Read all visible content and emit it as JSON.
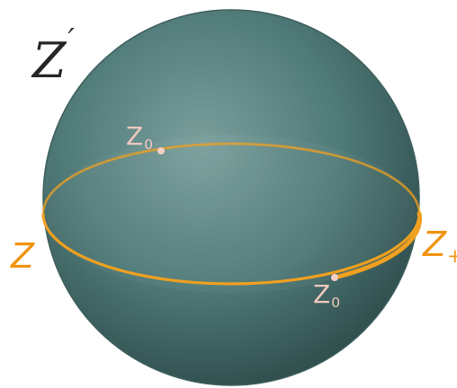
{
  "labels": {
    "z_prime": {
      "main": "Z",
      "sup": "′"
    },
    "z_left": {
      "main": "Z"
    },
    "z_plus": {
      "main": "Z",
      "sub": "+"
    },
    "z0_top": {
      "main": "Z",
      "sub": "0"
    },
    "z0_bottom": {
      "main": "Z",
      "sub": "0"
    }
  },
  "colors": {
    "sphere_fill": "#4f7a78",
    "sphere_fill_highlight": "#7a9f9c",
    "sphere_fill_shadow": "#2e4c4b",
    "sphere_outline": "#3d5f5d",
    "equator": "#f0a020",
    "point": "#f6cfc4",
    "label_dark": "#262626",
    "label_orange": "#f09410",
    "label_pink": "#f1c9be"
  }
}
